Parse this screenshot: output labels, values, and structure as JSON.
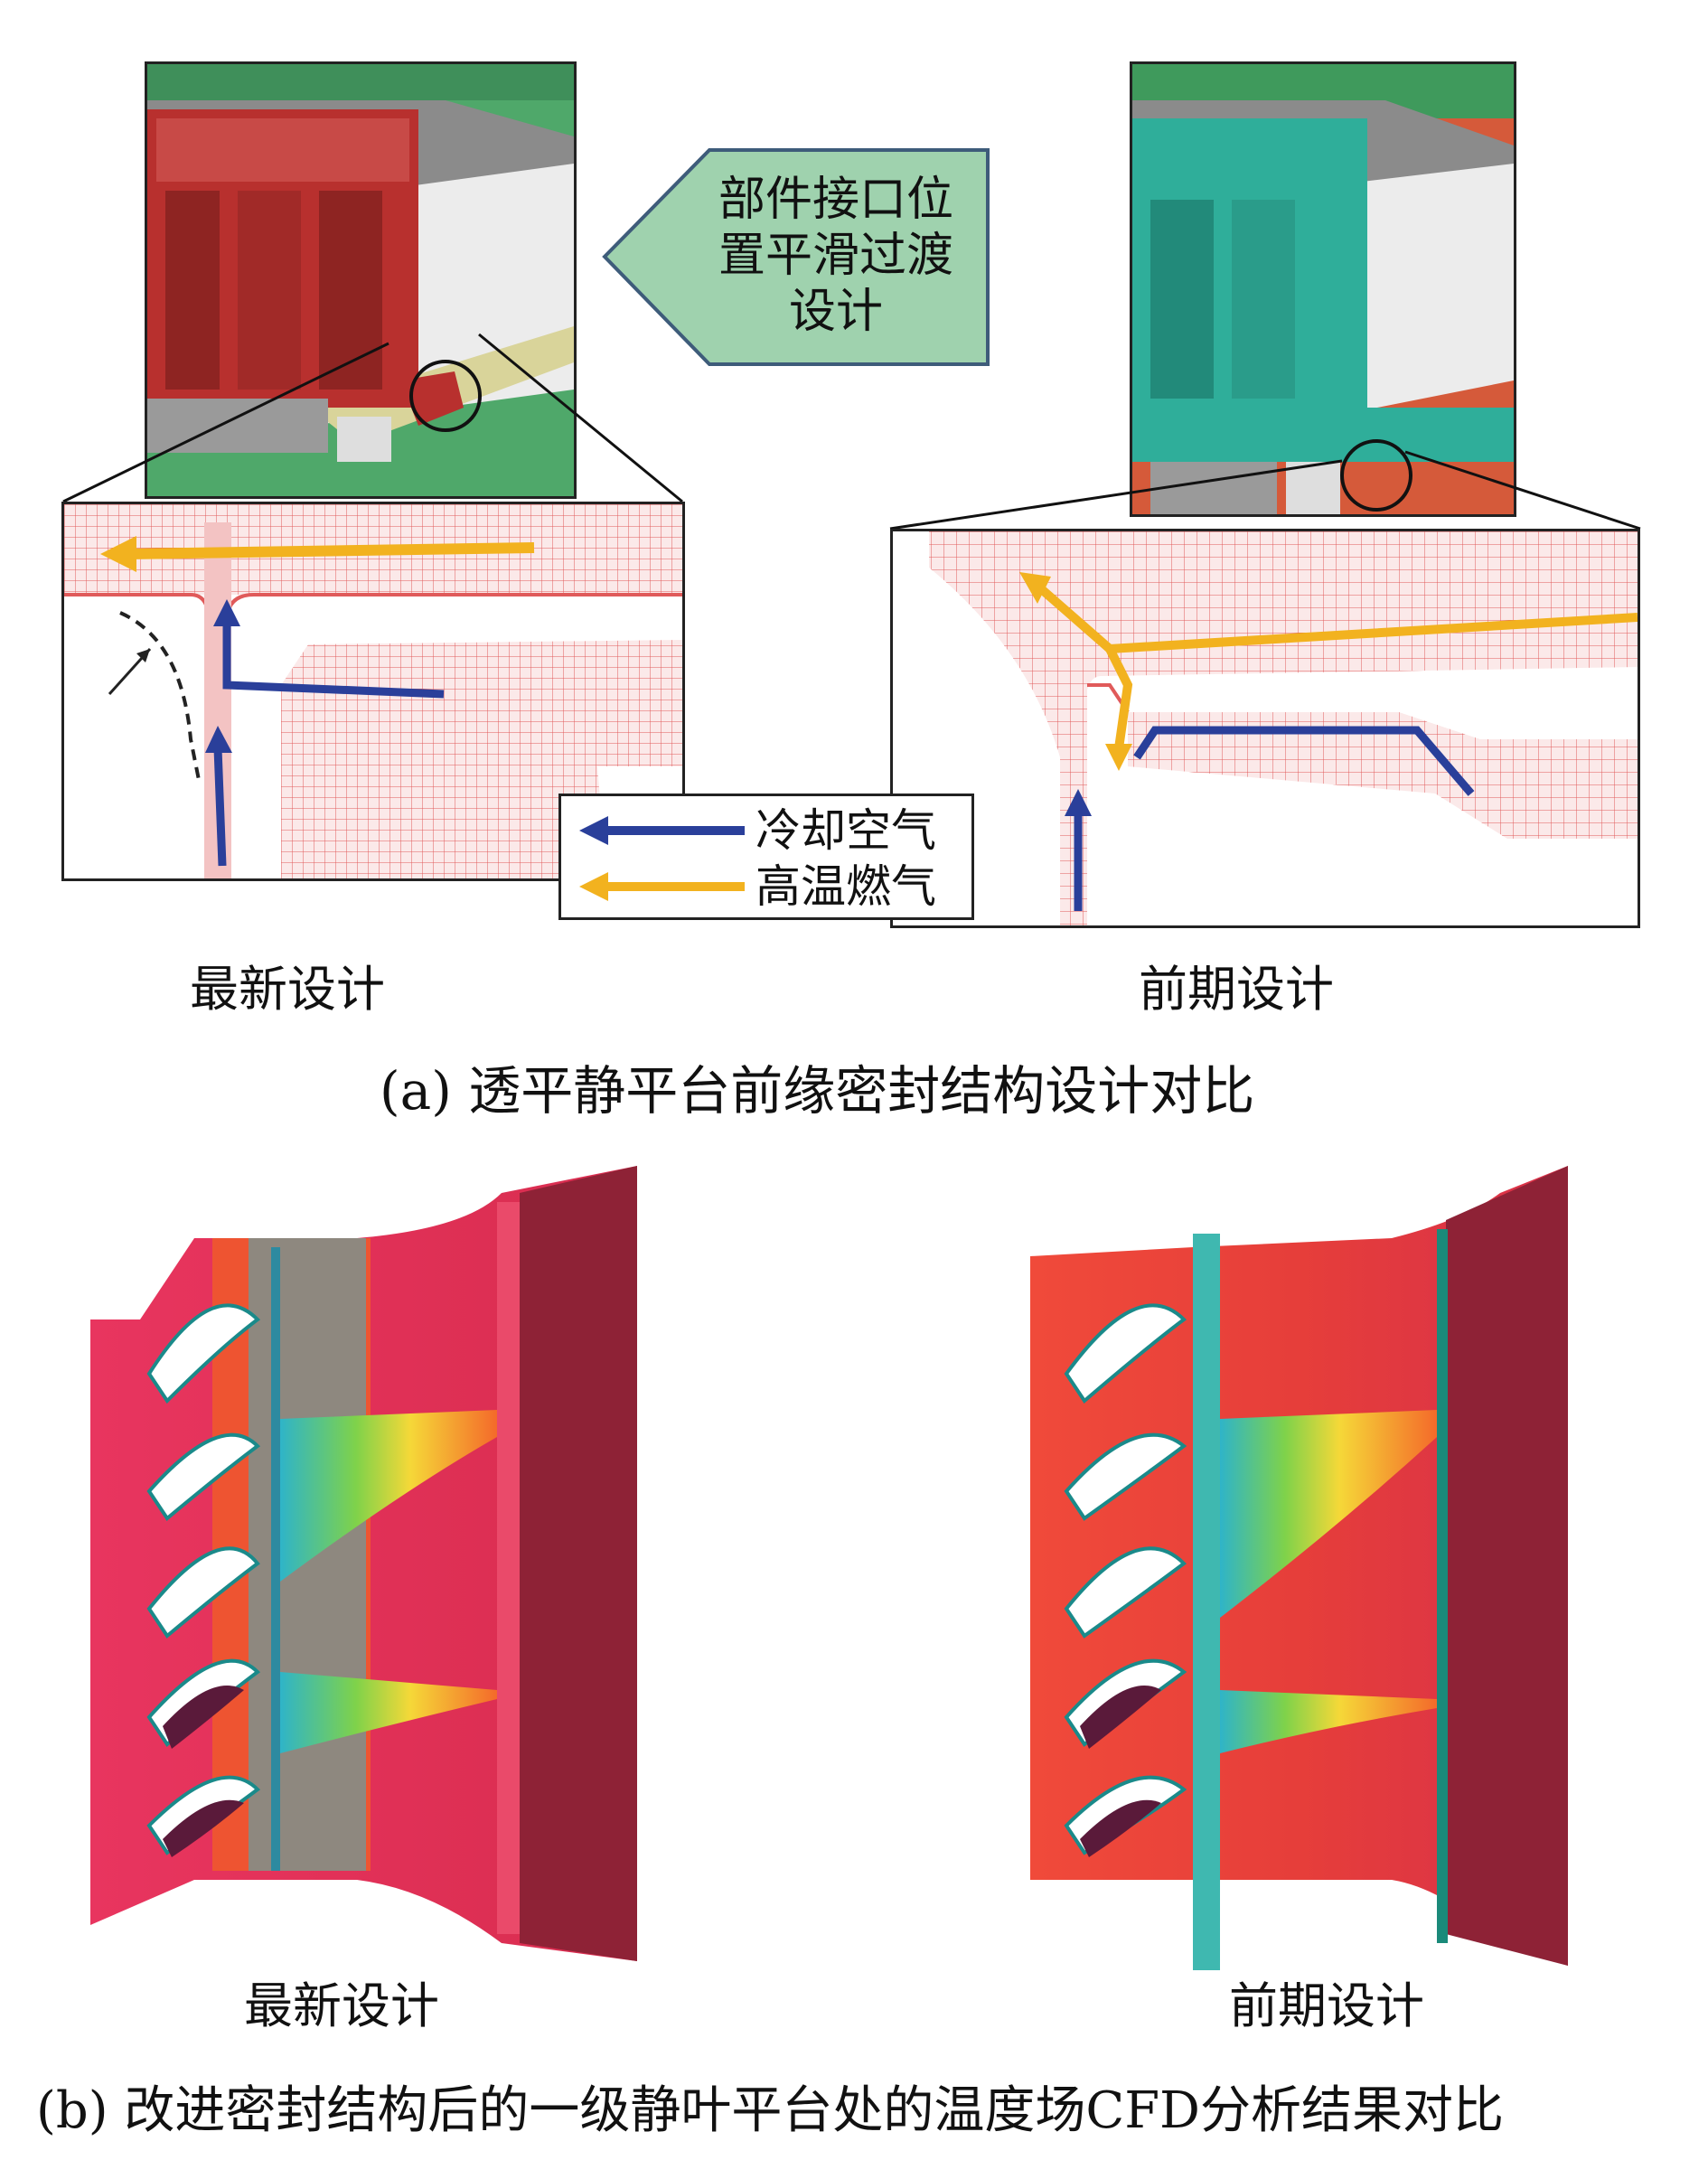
{
  "callout": {
    "line1": "部件接口位",
    "line2": "置平滑过渡",
    "line3": "设计"
  },
  "legend": [
    {
      "label": "冷却空气",
      "color": "#2a3f9a"
    },
    {
      "label": "高温燃气",
      "color": "#f2b21f"
    }
  ],
  "panel_a": {
    "left_caption": "最新设计",
    "right_caption": "前期设计",
    "subtitle": "(a) 透平静平台前缘密封结构设计对比"
  },
  "panel_b": {
    "left_caption": "最新设计",
    "right_caption": "前期设计",
    "subtitle": "(b) 改进密封结构后的一级静叶平台处的温度场CFD分析结果对比"
  },
  "colors": {
    "new_design": "#b8302e",
    "old_design": "#2fae9a",
    "callout_bg": "#9fd2ae",
    "mesh": "#e05a5a"
  }
}
